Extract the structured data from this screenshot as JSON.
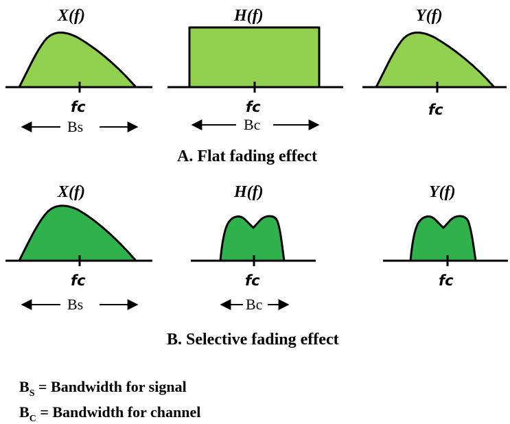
{
  "colors": {
    "flat_fill": "#92d050",
    "selective_fill": "#2fb14c",
    "stroke": "#000000"
  },
  "panel_a": {
    "caption": "A. Flat fading effect",
    "x_title": "X(f)",
    "h_title": "H(f)",
    "y_title": "Y(f)",
    "x_fc": "fc",
    "h_fc": "fc",
    "y_fc": "fc",
    "bs_label": "Bs",
    "bc_label": "Bc"
  },
  "panel_b": {
    "caption": "B. Selective fading effect",
    "x_title": "X(f)",
    "h_title": "H(f)",
    "y_title": "Y(f)",
    "x_fc": "fc",
    "h_fc": "fc",
    "y_fc": "fc",
    "bs_label": "Bs",
    "bc_label": "Bc"
  },
  "legend": {
    "bs_symbol": "B",
    "bs_sub": "S",
    "bs_text": " = Bandwidth for signal",
    "bc_symbol": "B",
    "bc_sub": "C",
    "bc_text": " = Bandwidth for channel"
  }
}
